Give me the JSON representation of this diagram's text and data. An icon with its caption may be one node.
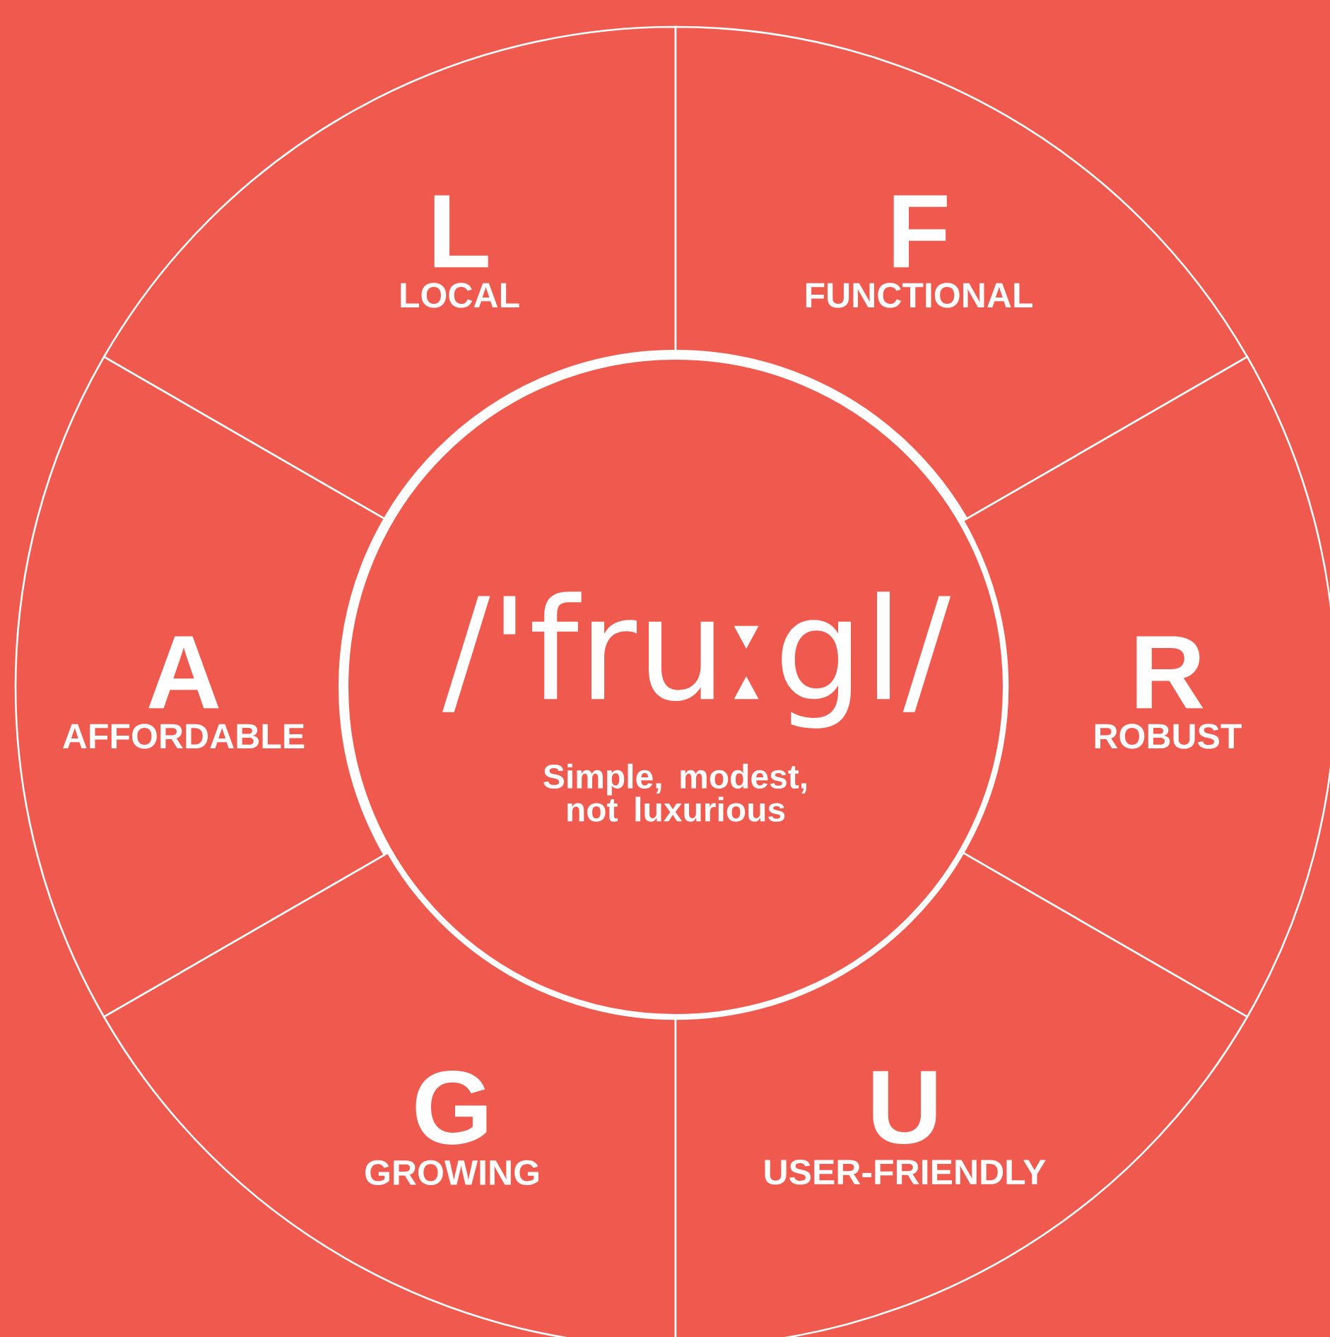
{
  "diagram": {
    "nodes": [
      {
        "text": [
          "L",
          "LOCAL"
        ]
      },
      {
        "text": [
          "F",
          "FUNCTIONAL"
        ]
      },
      {
        "text": [
          "A",
          "AFFORDABLE"
        ]
      },
      {
        "text": [
          "/'fruːgl/",
          "Simple, modest, not luxurious"
        ]
      },
      {
        "text": [
          "R",
          "ROBUST"
        ]
      },
      {
        "text": [
          "G",
          "GROWING"
        ]
      },
      {
        "text": [
          "U",
          "USER-FRIENDLY"
        ]
      }
    ]
  }
}
